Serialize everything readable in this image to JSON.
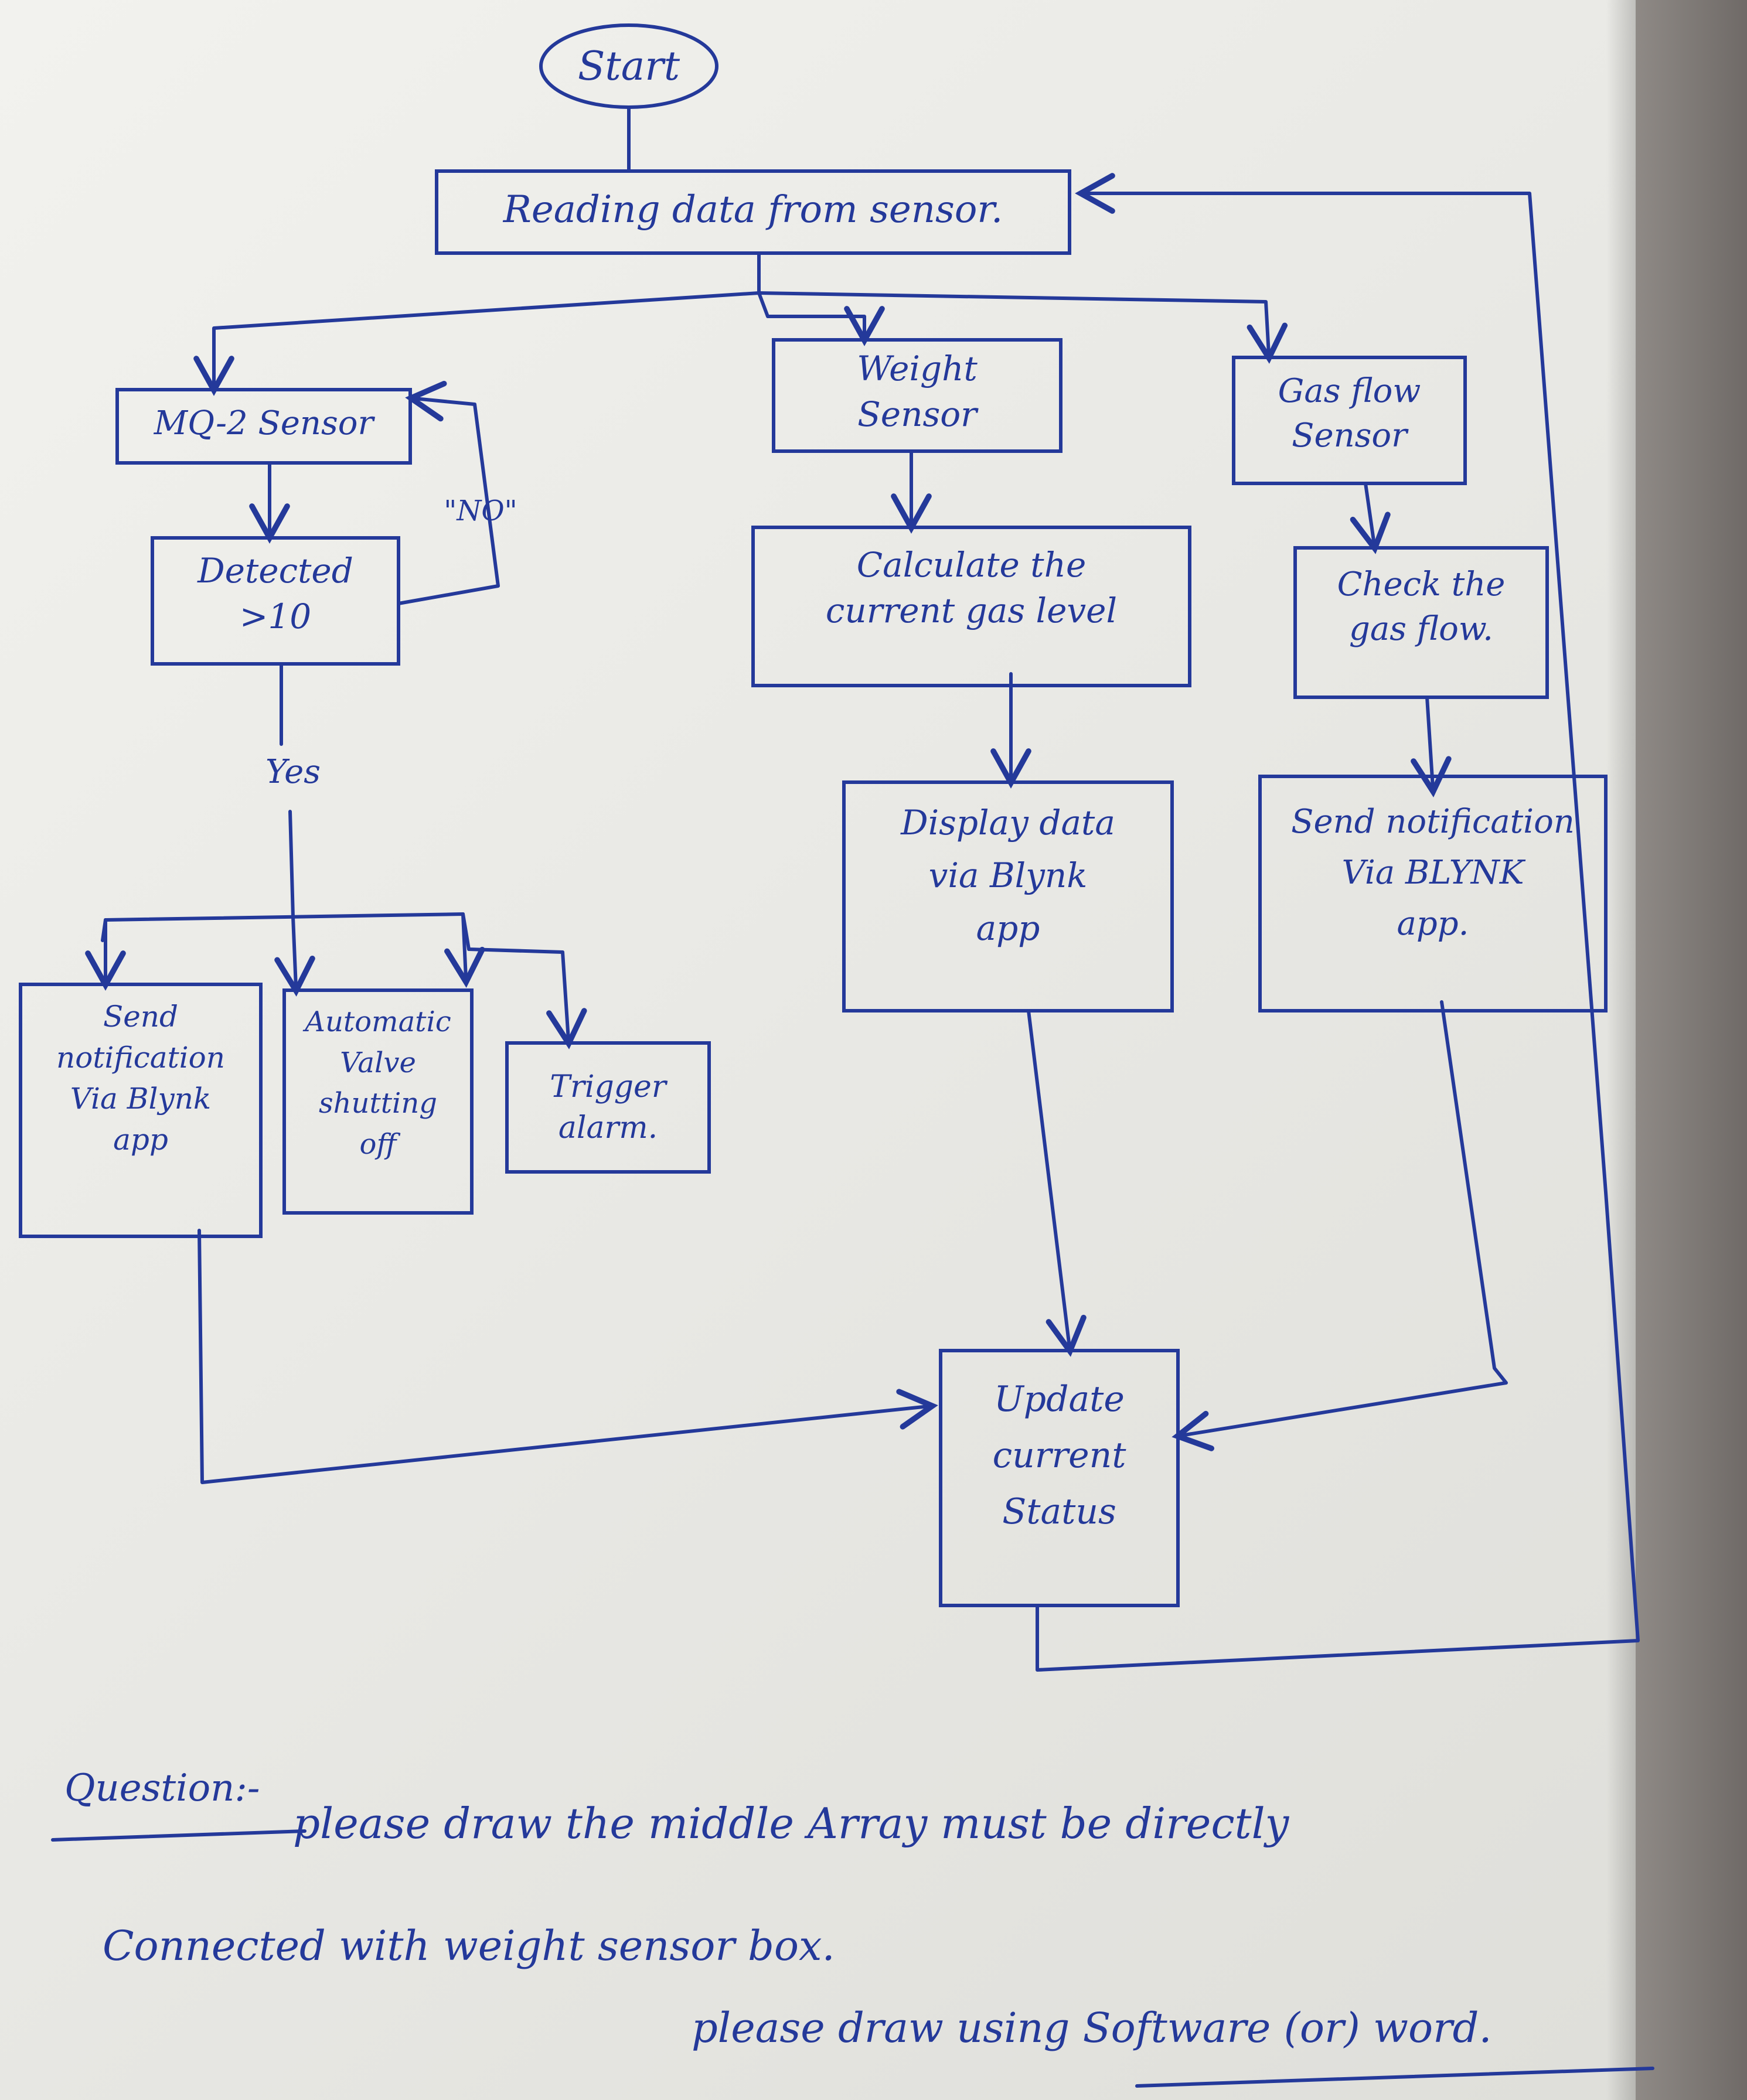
{
  "colors": {
    "ink": "#24399a",
    "paper": "#efefeb"
  },
  "nodes": {
    "start": "Start",
    "reading": "Reading data from sensor.",
    "mq2": "MQ-2 Sensor",
    "weight_line1": "Weight",
    "weight_line2": "Sensor",
    "gasflow_line1": "Gas flow",
    "gasflow_line2": "Sensor",
    "detected_line1": "Detected",
    "detected_line2": ">10",
    "calc_line1": "Calculate the",
    "calc_line2": "current gas level",
    "check_line1": "Check the",
    "check_line2": "gas flow.",
    "display_line1": "Display data",
    "display_line2": "via Blynk",
    "display_line3": "app",
    "notify_right_line1": "Send notification",
    "notify_right_line2": "Via BLYNK",
    "notify_right_line3": "app.",
    "notify_left_line1": "Send",
    "notify_left_line2": "notification",
    "notify_left_line3": "Via Blynk",
    "notify_left_line4": "app",
    "valve_line1": "Automatic",
    "valve_line2": "Valve",
    "valve_line3": "shutting",
    "valve_line4": "off",
    "alarm_line1": "Trigger",
    "alarm_line2": "alarm.",
    "update_line1": "Update",
    "update_line2": "current",
    "update_line3": "Status"
  },
  "edges": {
    "no_label": "\"NO\"",
    "yes_label": "Yes"
  },
  "note": {
    "heading": "Question:-",
    "line1": "please draw the middle Array must be directly",
    "line2": "Connected with weight sensor box.",
    "line3": "please draw using Software (or) word."
  }
}
